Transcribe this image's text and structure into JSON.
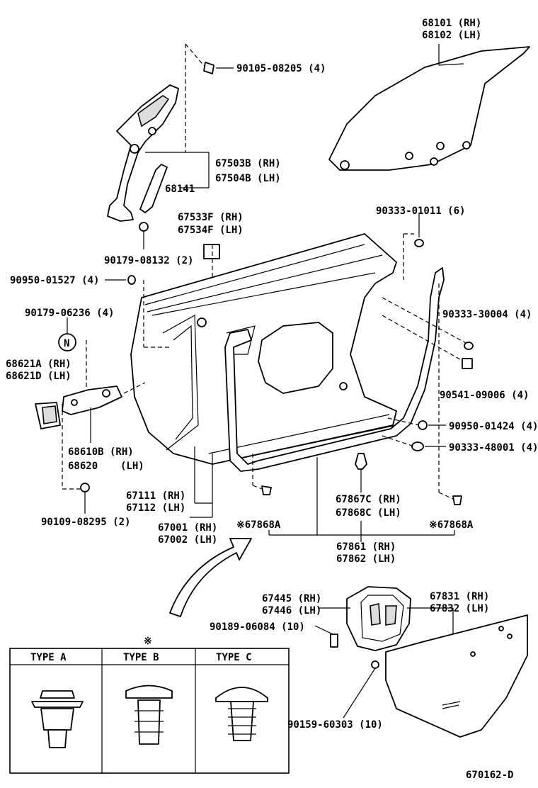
{
  "labels": {
    "l68101": "68101 (RH)",
    "l68102": "68102 (LH)",
    "l90105": "90105-08205 (4)",
    "l67503b": "67503B (RH)",
    "l67504b": "67504B (LH)",
    "l68141": "68141",
    "l67533f": "67533F (RH)",
    "l67534f": "67534F (LH)",
    "l90333_01011": "90333-01011 (6)",
    "l90179_08132": "90179-08132 (2)",
    "l90950_01527": "90950-01527 (4)",
    "l90179_06236": "90179-06236 (4)",
    "n_marker": "N",
    "l68621a": "68621A (RH)",
    "l68621d": "68621D (LH)",
    "l90333_30004": "90333-30004 (4)",
    "l90541": "90541-09006 (4)",
    "l90950_01424": "90950-01424 (4)",
    "l90333_48001": "90333-48001 (4)",
    "l68610b": "68610B (RH)",
    "l68620": "68620",
    "l68620_lh": "(LH)",
    "l67111": "67111 (RH)",
    "l67112": "67112 (LH)",
    "l67867c": "67867C (RH)",
    "l67868c": "67868C (LH)",
    "l90109": "90109-08295 (2)",
    "l67001": "67001 (RH)",
    "l67002": "67002 (LH)",
    "l67868a_1": "※67868A",
    "l67868a_2": "※67868A",
    "l67861": "67861 (RH)",
    "l67862": "67862 (LH)",
    "l67445": "67445 (RH)",
    "l67446": "67446 (LH)",
    "l67831": "67831 (RH)",
    "l67832": "67832 (LH)",
    "l90189": "90189-06084 (10)",
    "l90159": "90159-60303 (10)",
    "table_mark": "※",
    "type_a": "TYPE  A",
    "type_b": "TYPE  B",
    "type_c": "TYPE  C",
    "diagram_code": "670162-D"
  }
}
